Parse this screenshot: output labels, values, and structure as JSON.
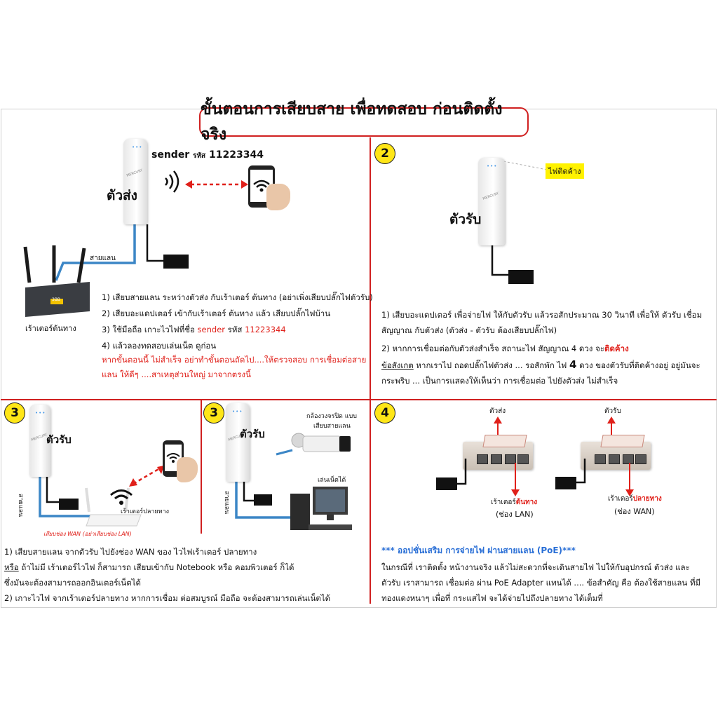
{
  "title": "ขั้นตอนการเสียบสาย เพื่อทดสอบ ก่อนติดตั้งจริง",
  "colors": {
    "accent_red": "#d02020",
    "badge_yellow": "#ffe617",
    "cable_blue": "#3b86c6",
    "note_blue": "#2a6fd6"
  },
  "panel1": {
    "sender_label": "sender",
    "code_label": "รหัส",
    "code_value": "11223344",
    "device_label": "ตัวส่ง",
    "cable_label": "สายแลน",
    "router_label": "เร้าเตอร์ต้นทาง",
    "router_badge": "3BB",
    "steps": [
      "1) เสียบสายแลน ระหว่างตัวส่ง กับเร้าเตอร์ ต้นทาง (อย่าเพิ่งเสียบปลั๊กไฟตัวรับ)",
      "2) เสียบอะแดปเตอร์ เข้ากับเร้าเตอร์ ต้นทาง แล้ว เสียบปลั๊กไฟบ้าน"
    ],
    "step3_prefix": "3) ใช้มือถือ เกาะไวไฟที่ชื่อ",
    "step3_sender": "sender",
    "step3_code_label": "รหัส",
    "step3_code": "11223344",
    "step4": "4) แล้วลองทดสอบเล่นเน็ต ดูก่อน",
    "warning_line1": "หากขั้นตอนนี้ ไม่สำเร็จ อย่าทำขั้นตอนถัดไป....ให้ตรวจสอบ การเชื่อมต่อสาย",
    "warning_line2": "แลน ให้ดีๆ ....สาเหตุส่วนใหญ่ มาจากตรงนี้"
  },
  "panel2": {
    "badge": "2",
    "device_label": "ตัวรับ",
    "tag": "ไฟติดค้าง",
    "p1_line1": "1) เสียบอะแดปเตอร์ เพื่อจ่ายไฟ ให้กับตัวรับ แล้วรอสักประมาณ 30 วินาที เพื่อให้ ตัวรับ เชื่อม",
    "p1_line2": "สัญญาณ กับตัวส่ง (ตัวส่ง - ตัวรับ ต้องเสียบปลั๊กไฟ)",
    "p2_prefix": "2) หากการเชื่อมต่อกับตัวส่งสำเร็จ สถานะไฟ สัญญาณ 4 ดวง จะ",
    "p2_red": "ติดค้าง",
    "p3_underline": "ข้อสังเกต",
    "p3_rest_a": " หากเราไป ถอดปลั๊กไฟตัวส่ง ... รอสักพัก ไฟ ",
    "p3_num": "4",
    "p3_rest_b": " ดวง ของตัวรับที่ติดค้างอยู่ อยู่มันจะ",
    "p4": "กระพริบ ... เป็นการแสดงให้เห็นว่า การเชื่อมต่อ ไปยังตัวส่ง ไม่สำเร็จ"
  },
  "panel3a": {
    "badge": "3",
    "device_label": "ตัวรับ",
    "cable_label": "สายแลน",
    "router_label": "เร้าเตอร์ปลายทาง",
    "wan_note": "เสียบช่อง WAN (อย่าเสียบช่อง LAN)"
  },
  "panel3b": {
    "badge": "3",
    "device_label": "ตัวรับ",
    "cable_label": "สายแลน",
    "camera_label_1": "กล้องวงจรปิด แบบ",
    "camera_label_2": "เสียบสายแลน",
    "pc_label": "เล่นเน็ตได้"
  },
  "panel3_text": {
    "l1": "1) เสียบสายแลน จากตัวรับ ไปยังช่อง WAN ของ ไวไฟเร้าเตอร์ ปลายทาง",
    "l2_underline": "หรือ",
    "l2_rest": " ถ้าไม่มี เร้าเตอร์ไวไฟ ก็สามารถ เสียบเข้ากับ Notebook หรือ คอมพิวเตอร์ ก็ได้",
    "l3": "ซึ่งมันจะต้องสามารถออกอินเตอร์เน็ตได้",
    "l4": "2) เกาะไวไฟ จากเร้าเตอร์ปลายทาง หากการเชื่อม ต่อสมบูรณ์ มือถือ จะต้องสามารถเล่นเน็ตได้"
  },
  "panel4": {
    "badge": "4",
    "left_top": "ตัวส่ง",
    "left_bottom_prefix": "เร้าเตอร์",
    "left_bottom_red": "ต้นทาง",
    "left_port": "(ช่อง LAN)",
    "right_top": "ตัวรับ",
    "right_bottom_prefix": "เร้าเตอร์",
    "right_bottom_red": "ปลายทาง",
    "right_port": "(ช่อง WAN)",
    "heading": "*** ออปชั่นเสริม การจ่ายไฟ ผ่านสายแลน  (PoE)***",
    "l1": "ในกรณีที่ เราติดตั้ง หน้างานจริง แล้วไม่สะดวกที่จะเดินสายไฟ ไปให้กับอุปกรณ์ ตัวส่ง และ",
    "l2": "ตัวรับ เราสามารถ เชื่อมต่อ ผ่าน PoE Adapter แทนได้ .... ข้อสำคัญ คือ ต้องใช้สายแลน ที่มี",
    "l3": "ทองแดงหนาๆ เพื่อที่ กระแสไฟ จะได้จ่ายไปถึงปลายทาง ได้เต็มที่"
  },
  "icons": [
    "wifi-signal-icon",
    "wifi-icon",
    "double-arrow-icon",
    "arrow-up-icon",
    "arrow-down-icon"
  ]
}
